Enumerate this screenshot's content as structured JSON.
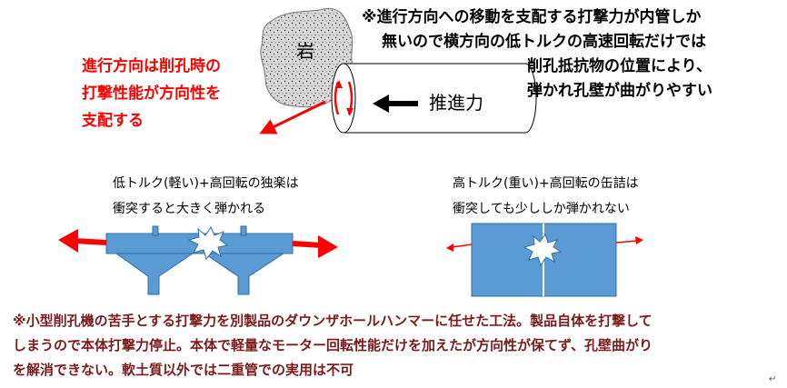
{
  "top_note": {
    "line1": "※進行方向への移動を支配する打撃力が内管しか",
    "line2": "無いので横方向の低トルクの高速回転だけでは",
    "line3": "削孔抵抗物の位置により、",
    "line4": "弾かれ孔壁が曲がりやすい"
  },
  "direction_note": {
    "line1": "進行方向は削孔時の",
    "line2": "打撃性能が方向性を",
    "line3": "支配する"
  },
  "labels": {
    "rock": "岩",
    "thrust": "推進力"
  },
  "case_low": {
    "line1": "低トルク(軽い)+高回転の独楽は",
    "line2": "衝突すると大きく弾かれる"
  },
  "case_high": {
    "line1": "高トルク(重い)+高回転の缶詰は",
    "line2": "衝突しても少ししか弾かれない"
  },
  "bottom_note": {
    "line1": "※小型削孔機の苦手とする打撃力を別製品のダウンザホールハンマーに任せた工法。製品自体を打撃して",
    "line2": "しまうので本体打撃力停止。本体で軽量なモーター回転性能だけを加えたが方向性が保てず、孔壁曲がり",
    "line3": "を解消できない。軟土質以外では二重管での実用は不可"
  },
  "paragraph_mark": "↵",
  "colors": {
    "red": "#ff0000",
    "blue_fill": "#5b9bd5",
    "blue_edge": "#2e6da4",
    "dark_red_text": "#7a1a1a",
    "rock_fill": "#d9d9d9"
  },
  "icons": [
    "rock-icon",
    "pipe-icon",
    "thrust-arrow-icon",
    "rotation-arrow-icon",
    "deflection-arrow-icon",
    "impact-burst-icon"
  ]
}
